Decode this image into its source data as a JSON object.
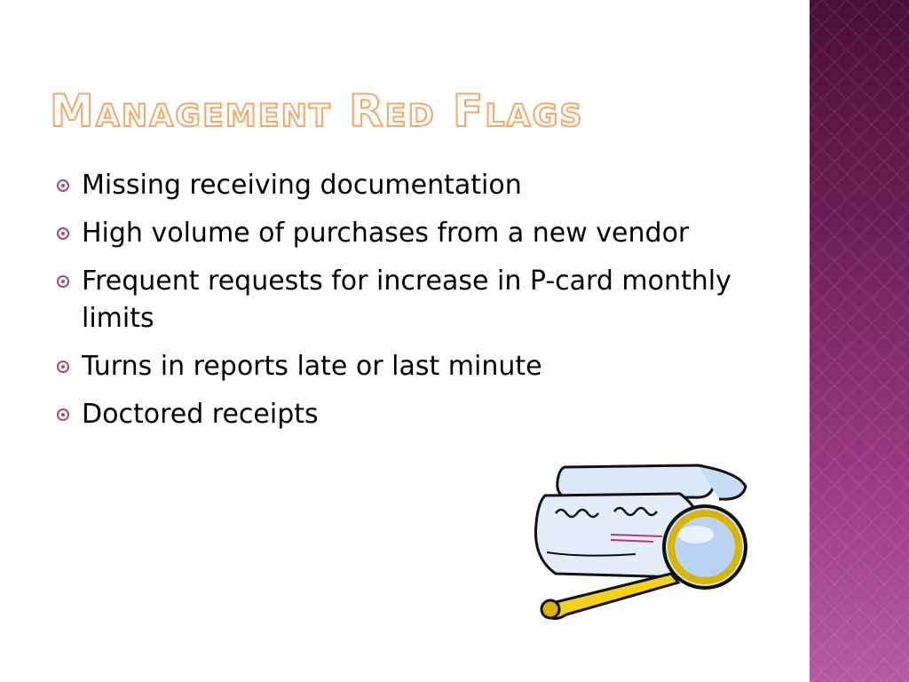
{
  "slide": {
    "title": "Management Red Flags",
    "bullets": [
      {
        "text": "Missing receiving documentation"
      },
      {
        "text": "High volume of purchases from a new vendor"
      },
      {
        "text": "Frequent requests for increase in P-card monthly limits"
      },
      {
        "text": "Turns in reports late or last minute"
      },
      {
        "text": "Doctored receipts"
      }
    ]
  },
  "colors": {
    "title_outline": "#f3a86a",
    "bullet_accent": "#a8448d",
    "panel_top": "#4a0f36",
    "panel_bottom": "#b65aa4"
  },
  "icons": {
    "bullet": "circle-dot-bullet-icon",
    "clipart": "magnifying-glass-documents-icon"
  }
}
